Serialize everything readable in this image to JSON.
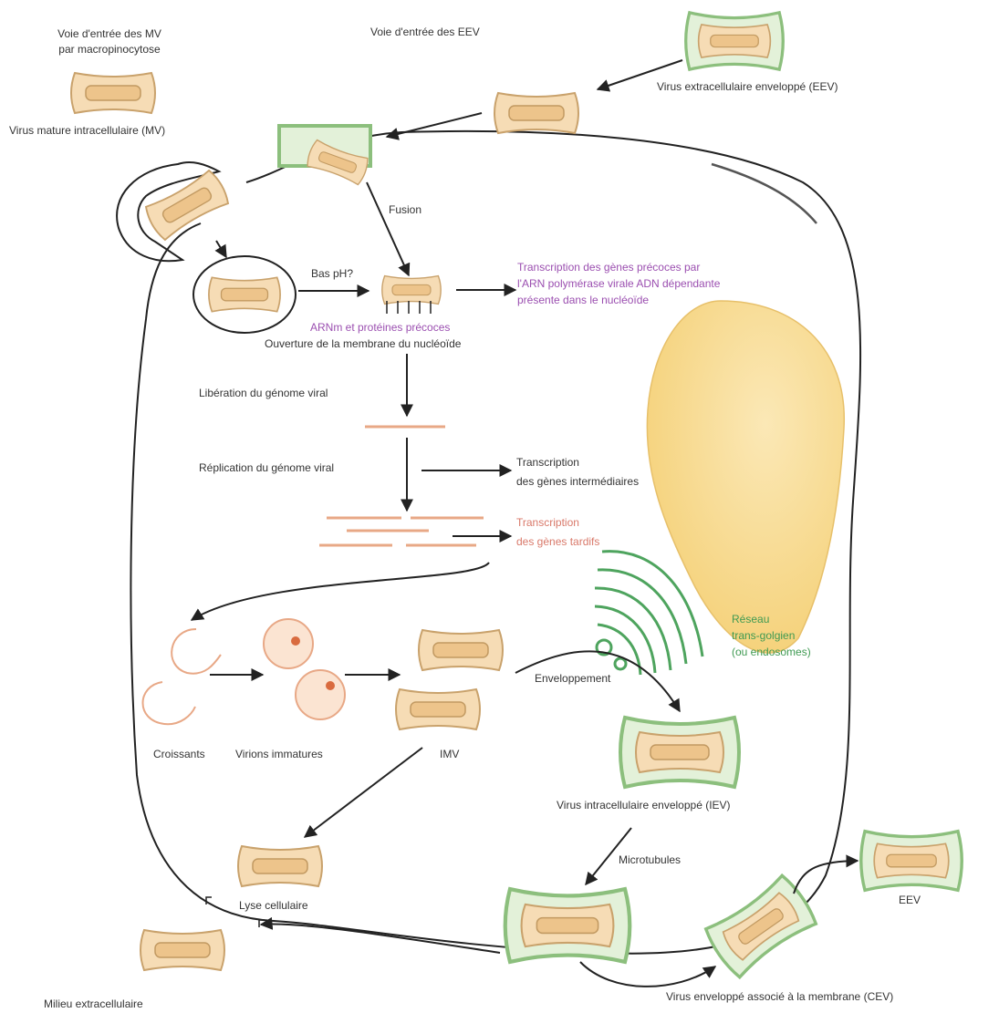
{
  "labels": {
    "entry_mv_l1": "Voie d'entrée des MV",
    "entry_mv_l2": "par macropinocytose",
    "mature_intracell": "Virus mature intracellulaire (MV)",
    "entry_ev": "Voie d'entrée des EEV",
    "extracell_env": "Virus extracellulaire enveloppé (EEV)",
    "fusion": "Fusion",
    "low_ph": "Bas pH?",
    "early_transc_l1": "Transcription des gènes précoces par",
    "early_transc_l2": "l'ARN polymérase virale ADN dépendante",
    "early_transc_l3": "présente dans le nucléoïde",
    "mrna_l1": "ARNm et protéines précoces",
    "mrna_l2": "Ouverture de la membrane du nucléoïde",
    "release": "Libération du génome viral",
    "replication": "Réplication du génome viral",
    "inter_l1": "Transcription",
    "inter_l2": "des gènes intermédiaires",
    "late_l1": "Transcription",
    "late_l2": "des gènes tardifs",
    "golgi_l1": "Réseau",
    "golgi_l2": "trans-golgien",
    "golgi_l3": "(ou endosomes)",
    "envelopment": "Enveloppement",
    "crescents": "Croissants",
    "immature": "Virions immatures",
    "iv": "IMV",
    "intracell_env": "Virus intracellulaire enveloppé (IEV)",
    "microtubules": "Microtubules",
    "lysis": "Lyse cellulaire",
    "eev": "EEV",
    "cev": "Virus enveloppé associé à la membrane (CEV)",
    "extracell_medium": "Milieu extracellulaire"
  },
  "colors": {
    "virion_fill": "#f6dcb5",
    "virion_stroke": "#c9a26c",
    "envelope_fill": "#e3f1d9",
    "envelope_stroke": "#8cbf7d",
    "nucleus_fill": "#f8dc92",
    "golgi": "#4ea45e",
    "dna": "#e8a886",
    "membrane": "#222222",
    "purple_text": "#9b4fb0"
  }
}
